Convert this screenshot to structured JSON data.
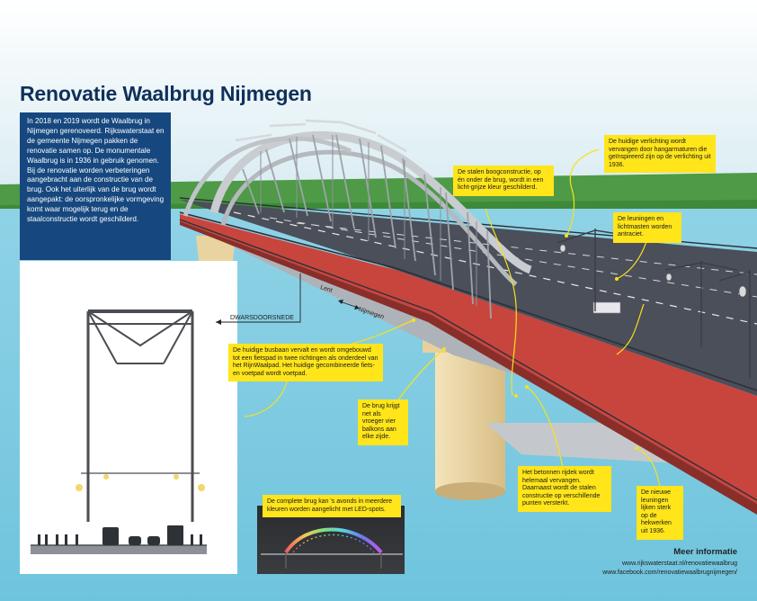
{
  "title": "Renovatie Waalbrug Nijmegen",
  "intro": "In 2018 en 2019 wordt de Waalbrug in Nijmegen gerenoveerd. Rijkswaterstaat en de gemeente Nijmegen pakken de renovatie samen op. De monumentale Waalbrug is in 1936 in gebruik genomen. Bij de renovatie worden verbeteringen aangebracht aan de constructie van de brug. Ook het uiterlijk van de brug wordt aangepakt: de oorspronkelijke vormgeving komt waar mogelijk terug en de staalconstructie wordt geschilderd.",
  "labels": {
    "cross_section": "DWARSDOORSNEDE",
    "lent": "Lent",
    "nijmegen": "Nijmegen"
  },
  "callouts": {
    "verlichting": "De huidige verlichting wordt vervangen door hangarmaturen die geïnspireerd zijn op de verlichting uit 1936.",
    "boogconstructie": "De stalen boogconstructie, op én onder de brug, wordt in een licht-grijze kleur geschilderd.",
    "leuningen_antraciet": "De leuningen en lichtmasten worden antraciet.",
    "busbaan": "De huidige busbaan vervalt en wordt omgebouwd tot een fietspad in twee richtingen als onderdeel van het RijnWaalpad. Het huidige gecombineerde fiets- en voetpad wordt voetpad.",
    "balkons": "De brug krijgt net als vroeger vier balkons aan elke zijde.",
    "rijdek": "Het betonnen rijdek wordt helemaal vervangen. Daarnaast wordt de stalen constructie op verschillende punten versterkt.",
    "nieuwe_leuningen": "De nieuwe leuningen lijken sterk op de hekwerken uit 1936.",
    "led": "De complete brug kan 's avonds in meerdere kleuren worden aangelicht met LED-spots."
  },
  "more_info": {
    "title": "Meer informatie",
    "links": [
      "www.rijkswaterstaat.nl/renovatiewaalbrug",
      "www.facebook.com/renovatiewaalbrugnijmegen/"
    ]
  },
  "colors": {
    "sky": "#d8ebf1",
    "water": "#7ccbe0",
    "grass": "#4e9a47",
    "cycle_path": "#c8453e",
    "road": "#4a4f59",
    "steel": "#c9ccd0",
    "pier": "#ead4a0",
    "intro_bg": "#16487f",
    "callout_bg": "#ffe51a"
  }
}
